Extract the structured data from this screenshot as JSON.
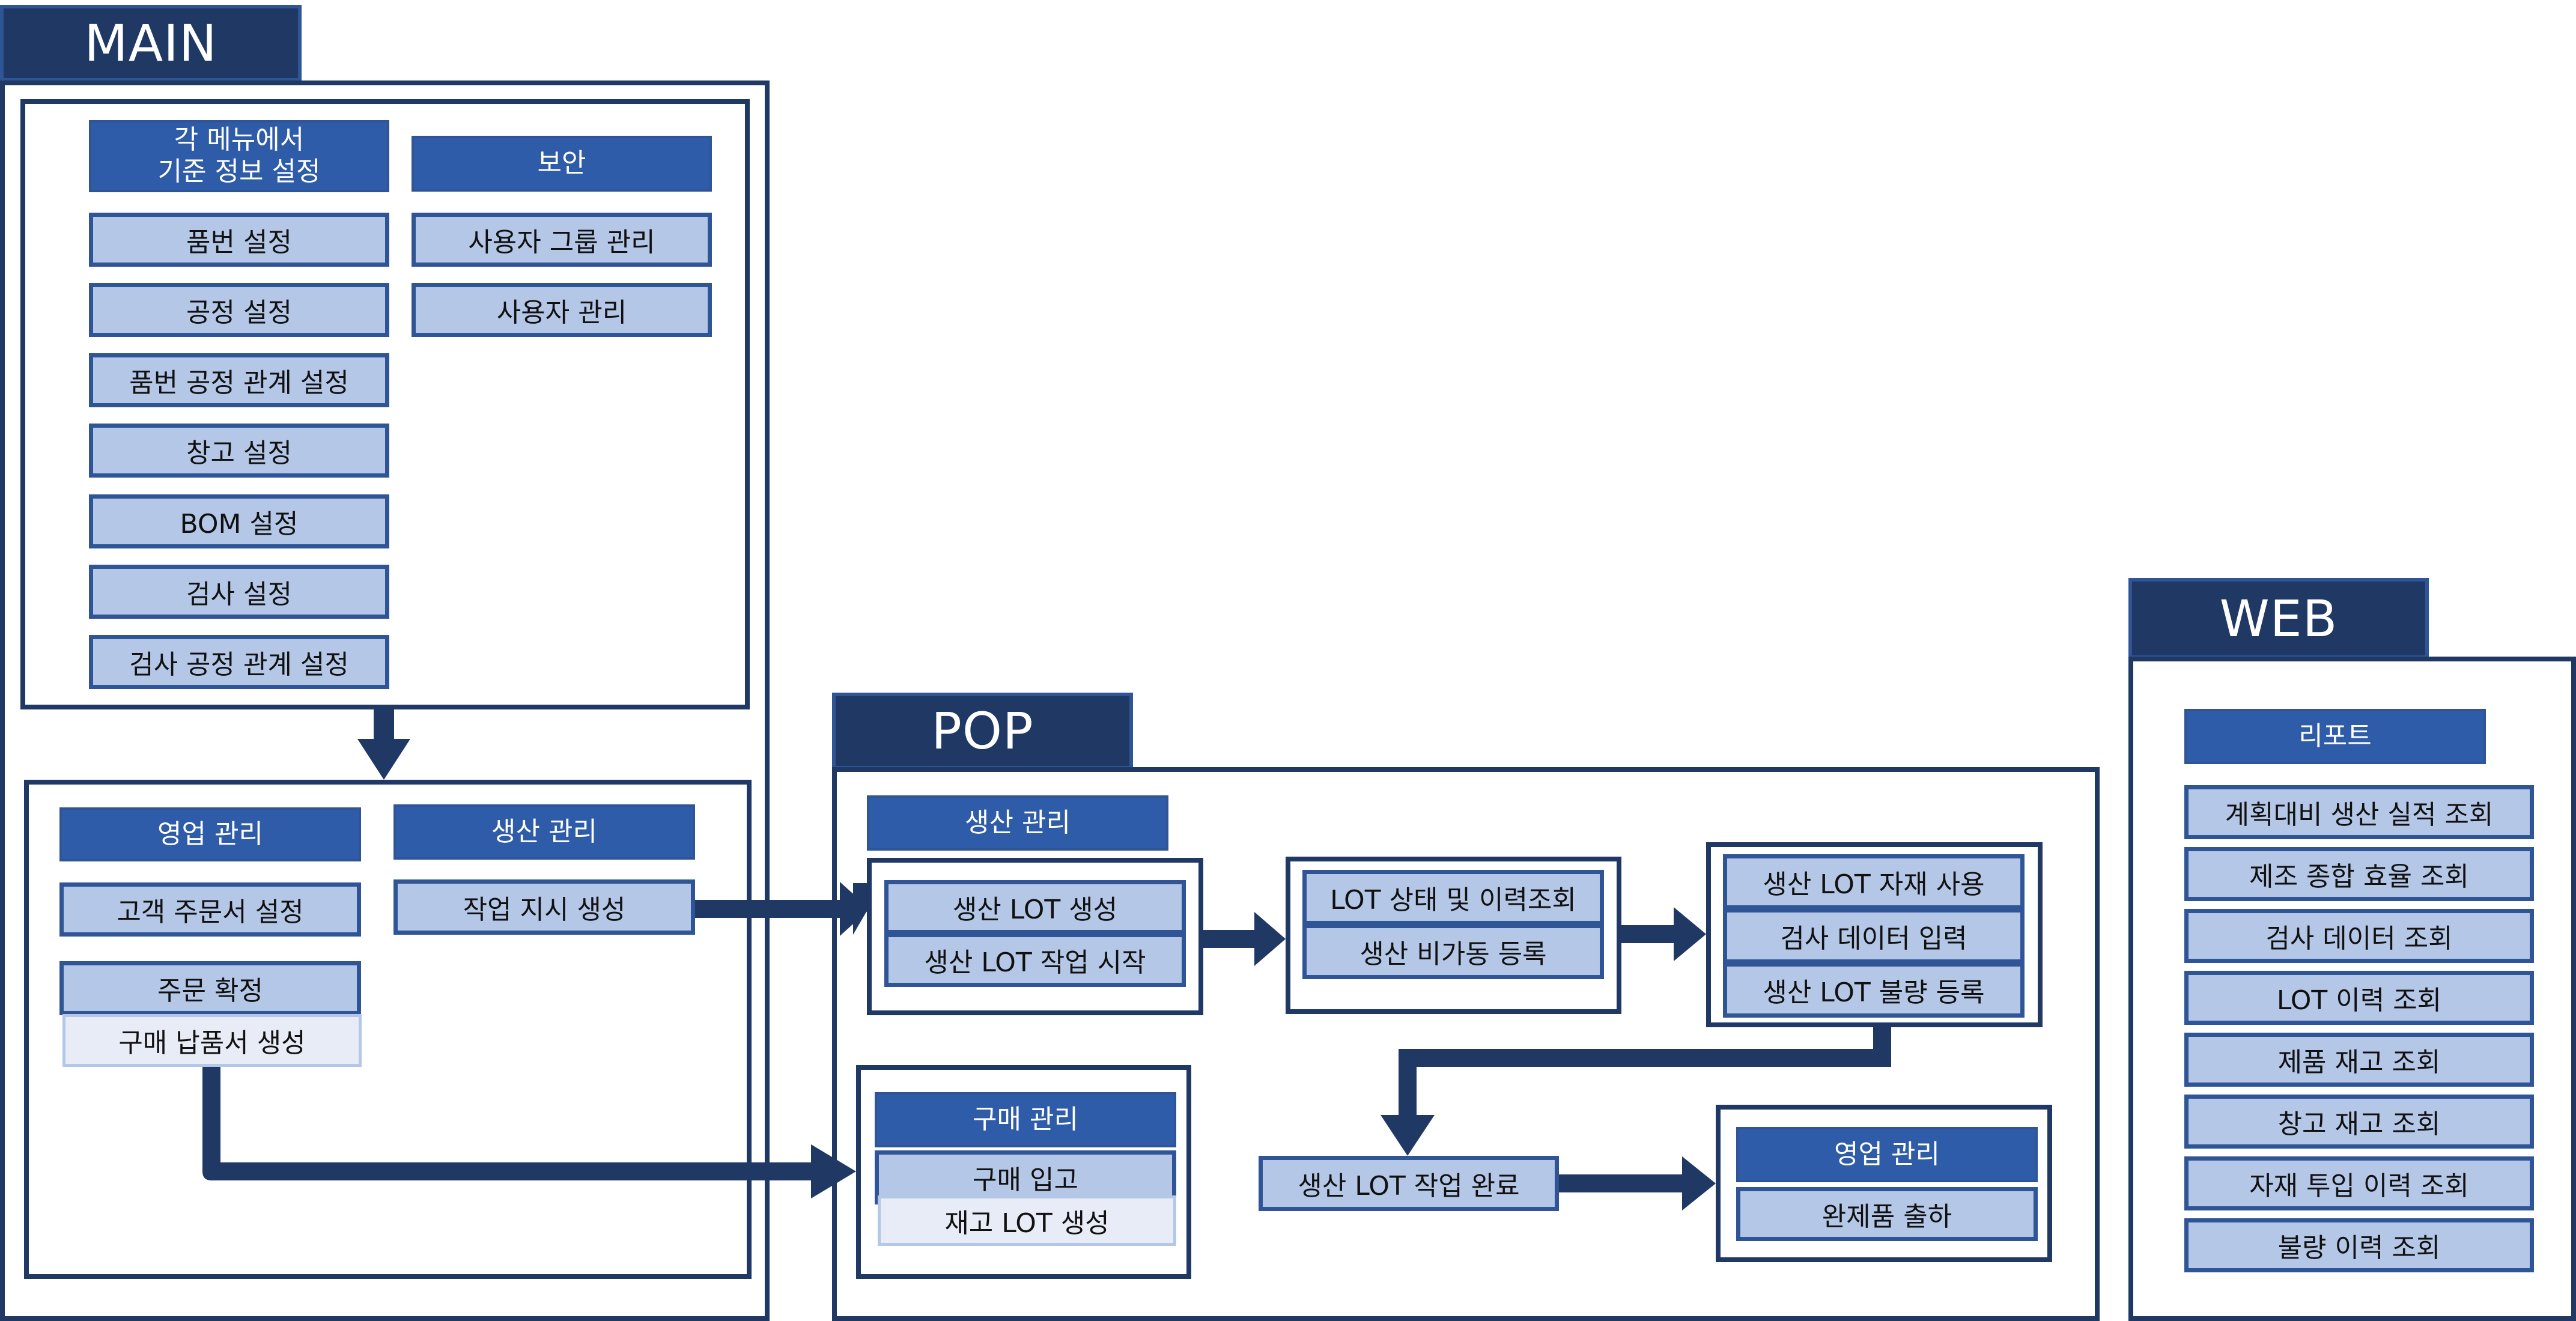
{
  "sections": {
    "main": "MAIN",
    "pop": "POP",
    "web": "WEB"
  },
  "main": {
    "setup_header_line1": "각 메뉴에서",
    "setup_header_line2": "기준 정보 설정",
    "setup_items": [
      "품번 설정",
      "공정 설정",
      "품번 공정 관계 설정",
      "창고 설정",
      "BOM 설정",
      "검사 설정",
      "검사 공정 관계 설정"
    ],
    "security_header": "보안",
    "security_items": [
      "사용자 그룹 관리",
      "사용자 관리"
    ],
    "sales_header": "영업 관리",
    "sales_items": [
      "고객 주문서 설정",
      "주문 확정"
    ],
    "sales_sub": "구매 납품서 생성",
    "production_header": "생산 관리",
    "production_items": [
      "작업 지시 생성"
    ]
  },
  "pop": {
    "production_header": "생산 관리",
    "lot_start": [
      "생산 LOT 생성",
      "생산 LOT 작업 시작"
    ],
    "lot_status": [
      "LOT 상태 및 이력조회",
      "생산 비가동 등록"
    ],
    "lot_use": [
      "생산 LOT 자재 사용",
      "검사 데이터 입력",
      "생산 LOT 불량 등록"
    ],
    "lot_complete": "생산 LOT 작업 완료",
    "sales_header": "영업 관리",
    "sales_item": "완제품 출하",
    "purchase_header": "구매 관리",
    "purchase_item": "구매 입고",
    "purchase_sub": "재고 LOT 생성"
  },
  "web": {
    "report_header": "리포트",
    "reports": [
      "계획대비 생산 실적 조회",
      "제조 종합 효율 조회",
      "검사 데이터 조회",
      "LOT 이력 조회",
      "제품 재고 조회",
      "창고 재고 조회",
      "자재 투입 이력 조회",
      "불량 이력 조회"
    ]
  },
  "colors": {
    "navy": "#1f3864",
    "header_blue": "#2f5ca8",
    "box_fill": "#b4c7e7",
    "pale_fill": "#e8ecf7"
  }
}
